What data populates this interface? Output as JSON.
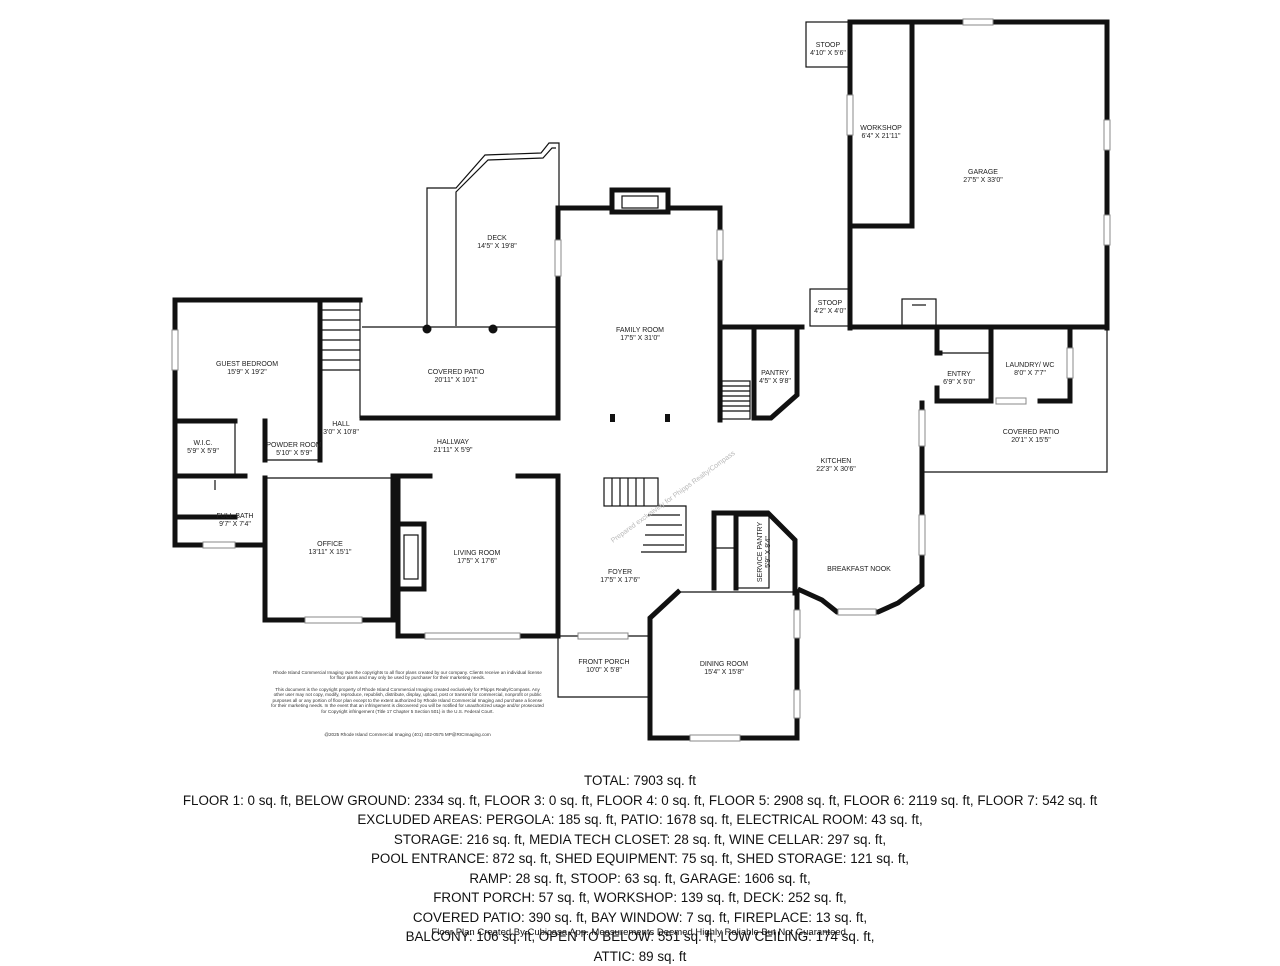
{
  "rooms": [
    {
      "id": "stoop-top",
      "name": "STOOP",
      "dims": "4'10\" X 5'6\""
    },
    {
      "id": "workshop",
      "name": "WORKSHOP",
      "dims": "6'4\" X 21'11\""
    },
    {
      "id": "garage",
      "name": "GARAGE",
      "dims": "27'5\" X 33'0\""
    },
    {
      "id": "deck",
      "name": "DECK",
      "dims": "14'5\" X 19'8\""
    },
    {
      "id": "family-room",
      "name": "FAMILY ROOM",
      "dims": "17'5\" X 31'0\""
    },
    {
      "id": "stoop-mid",
      "name": "STOOP",
      "dims": "4'2\" X 4'0\""
    },
    {
      "id": "guest-bedroom",
      "name": "GUEST BEDROOM",
      "dims": "15'9\" X 19'2\""
    },
    {
      "id": "covered-patio-west",
      "name": "COVERED PATIO",
      "dims": "20'11\" X 10'1\""
    },
    {
      "id": "pantry",
      "name": "PANTRY",
      "dims": "4'5\" X 9'8\""
    },
    {
      "id": "entry",
      "name": "ENTRY",
      "dims": "6'9\" X 5'0\""
    },
    {
      "id": "laundry",
      "name": "LAUNDRY/ WC",
      "dims": "8'0\" X 7'7\""
    },
    {
      "id": "hall",
      "name": "HALL",
      "dims": "3'0\" X 10'8\""
    },
    {
      "id": "covered-patio-east",
      "name": "COVERED PATIO",
      "dims": "20'1\" X 15'5\""
    },
    {
      "id": "wic",
      "name": "W.I.C.",
      "dims": "5'9\" X 5'9\""
    },
    {
      "id": "powder-room",
      "name": "POWDER ROOM",
      "dims": "5'10\" X 5'9\""
    },
    {
      "id": "hallway",
      "name": "HALLWAY",
      "dims": "21'11\" X 5'9\""
    },
    {
      "id": "kitchen",
      "name": "KITCHEN",
      "dims": "22'3\" X 30'6\""
    },
    {
      "id": "full-bath",
      "name": "FULL BATH",
      "dims": "9'7\" X 7'4\""
    },
    {
      "id": "office",
      "name": "OFFICE",
      "dims": "13'11\" X 15'1\""
    },
    {
      "id": "living-room",
      "name": "LIVING ROOM",
      "dims": "17'5\" X 17'6\""
    },
    {
      "id": "service-pantry",
      "name": "SERVICE PANTRY",
      "dims": "5'9\" X 8'4\""
    },
    {
      "id": "breakfast-nook",
      "name": "BREAKFAST NOOK",
      "dims": ""
    },
    {
      "id": "foyer",
      "name": "FOYER",
      "dims": "17'5\" X 17'6\""
    },
    {
      "id": "front-porch",
      "name": "FRONT PORCH",
      "dims": "10'0\" X 5'8\""
    },
    {
      "id": "dining-room",
      "name": "DINING ROOM",
      "dims": "15'4\" X 15'8\""
    }
  ],
  "watermark": "Prepared exclusively for Phipps Realty/Compass",
  "copyright": {
    "para1": "Rhode Island Commercial Imaging own the copyrights to all floor plans created by our company. Clients receive an individual license for floor plans and may only be used by purchaser for their marketing needs.",
    "para2": "This document is the copyright property of Rhode Island Commercial Imaging created exclusively for Phipps Realty/Compass. Any other user may not copy, modify, reproduce, republish, distribute, display, upload, post or transmit for commercial, nonprofit or public purposes all or any portion of floor plan except to the extent authorized by Rhode Island Commercial Imaging and purchase a license for their marketing needs. In the event that an infringement is discovered you will be notified for unauthorized usage and/or prosecuted for Copyright infringement (Title 17 Chapter 5 Section 501) in the U.S. Federal Court.",
    "para3": "@2025 Rhode Island Commercial Imaging (401) 402-0575 MP@RICImaging.com"
  },
  "totals": [
    "TOTAL: 7903 sq. ft",
    "FLOOR 1: 0 sq. ft, BELOW GROUND: 2334 sq. ft, FLOOR 3: 0 sq. ft, FLOOR 4: 0 sq. ft, FLOOR 5: 2908 sq. ft, FLOOR 6: 2119 sq. ft, FLOOR 7: 542 sq. ft",
    "EXCLUDED AREAS: PERGOLA: 185 sq. ft, PATIO: 1678 sq. ft, ELECTRICAL ROOM: 43 sq. ft,",
    "STORAGE: 216 sq. ft, MEDIA TECH CLOSET: 28 sq. ft, WINE CELLAR: 297 sq. ft,",
    "POOL ENTRANCE: 872 sq. ft, SHED EQUIPMENT: 75 sq. ft, SHED STORAGE: 121 sq. ft,",
    "RAMP: 28 sq. ft, STOOP: 63 sq. ft, GARAGE: 1606 sq. ft,",
    "FRONT PORCH: 57 sq. ft, WORKSHOP: 139 sq. ft, DECK: 252 sq. ft,",
    "COVERED PATIO: 390 sq. ft, BAY WINDOW: 7 sq. ft, FIREPLACE: 13 sq. ft,",
    "BALCONY: 106 sq. ft, OPEN TO BELOW: 551 sq. ft, LOW CEILING: 174 sq. ft,",
    "ATTIC: 89 sq. ft"
  ],
  "footer": "Floor Plan Created By Cubicasa App. Measurements Deemed Highly Reliable But Not Guaranteed."
}
